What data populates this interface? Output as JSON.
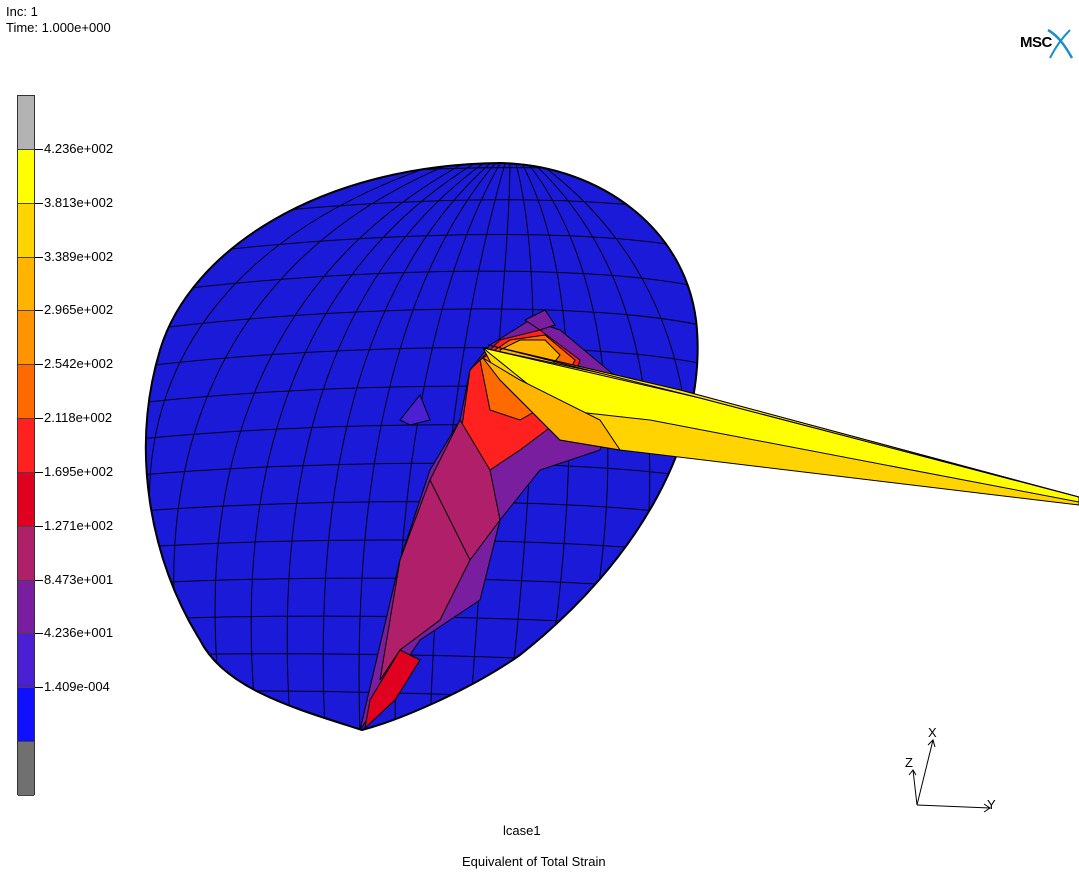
{
  "header": {
    "inc_label": "Inc:  1",
    "time_label": "Time:  1.000e+000",
    "logo_text": "MSC"
  },
  "legend": {
    "ticks": [
      "4.236e+002",
      "3.813e+002",
      "3.389e+002",
      "2.965e+002",
      "2.542e+002",
      "2.118e+002",
      "1.695e+002",
      "1.271e+002",
      "8.473e+001",
      "4.236e+001",
      "1.409e-004"
    ],
    "band_colors": [
      "#b3b3b3",
      "#ffff00",
      "#ffd400",
      "#ffb400",
      "#ff9400",
      "#ff6a00",
      "#ff2020",
      "#e00020",
      "#b0206a",
      "#7a1ea0",
      "#4b1fd2",
      "#1010ff",
      "#707070"
    ]
  },
  "view": {
    "title": "lcase1",
    "quantity": "Equivalent of Total Strain"
  },
  "triad": {
    "x": "X",
    "y": "Y",
    "z": "Z"
  }
}
